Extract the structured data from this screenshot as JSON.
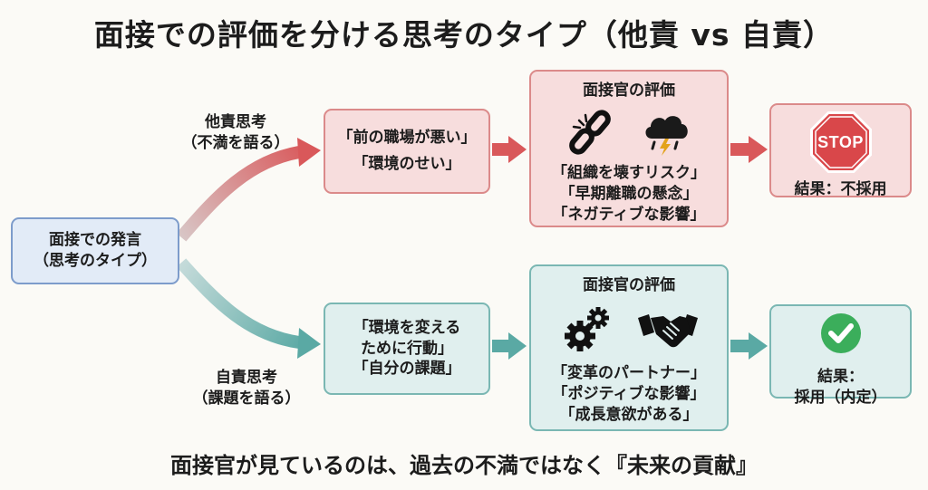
{
  "title": "面接での評価を分ける思考のタイプ（他責 vs 自責）",
  "footer": "面接官が見ているのは、過去の不満ではなく『未来の貢献』",
  "start": {
    "line1": "面接での発言",
    "line2": "（思考のタイプ）"
  },
  "blame_other": {
    "label_line1": "他責思考",
    "label_line2": "（不満を語る）",
    "statements": [
      "「前の職場が悪い」",
      "「環境のせい」"
    ],
    "evaluation": {
      "heading": "面接官の評価",
      "icons": [
        "broken-chain-icon",
        "storm-cloud-icon"
      ],
      "points": [
        "「組織を壊すリスク」",
        "「早期離職の懸念」",
        "「ネガティブな影響」"
      ]
    },
    "result": {
      "badge": "STOP",
      "text": "結果：不採用"
    }
  },
  "self_resp": {
    "label_line1": "自責思考",
    "label_line2": "（課題を語る）",
    "statements": [
      "「環境を変える",
      "ために行動」",
      "「自分の課題」"
    ],
    "evaluation": {
      "heading": "面接官の評価",
      "icons": [
        "gears-icon",
        "handshake-icon"
      ],
      "points": [
        "「変革のパートナー」",
        "「ポジティブな影響」",
        "「成長意欲がある」"
      ]
    },
    "result": {
      "line1": "結果：",
      "line2": "採用（内定）"
    }
  },
  "colors": {
    "blue_fill": "#e2ebf7",
    "red_fill": "#f7dddd",
    "teal_fill": "#e0efee",
    "red_arrow": "#d9585a",
    "teal_arrow": "#5aa9a4",
    "stop_red": "#d9474a",
    "check_green": "#3bae5b"
  }
}
